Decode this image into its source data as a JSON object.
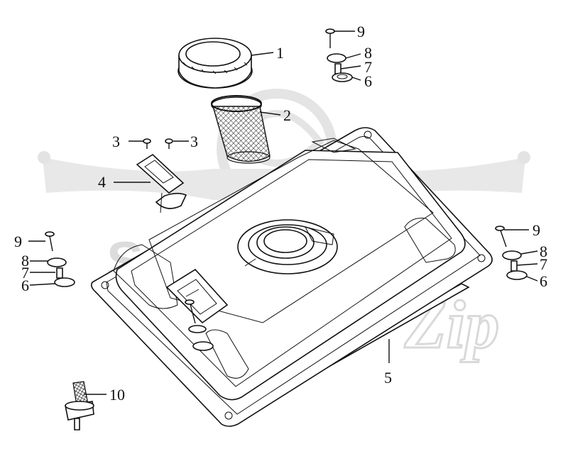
{
  "watermark": {
    "brand": "SCOOTER",
    "script": "Zip"
  },
  "callouts": [
    {
      "id": "c1",
      "text": "1"
    },
    {
      "id": "c2",
      "text": "2"
    },
    {
      "id": "c3a",
      "text": "3"
    },
    {
      "id": "c3b",
      "text": "3"
    },
    {
      "id": "c4",
      "text": "4"
    },
    {
      "id": "c5",
      "text": "5"
    },
    {
      "id": "c6r",
      "text": "6"
    },
    {
      "id": "c7r",
      "text": "7"
    },
    {
      "id": "c8r",
      "text": "8"
    },
    {
      "id": "c9r",
      "text": "9"
    },
    {
      "id": "c6l",
      "text": "6"
    },
    {
      "id": "c7l",
      "text": "7"
    },
    {
      "id": "c8l",
      "text": "8"
    },
    {
      "id": "c9l",
      "text": "9"
    },
    {
      "id": "c6m",
      "text": "6"
    },
    {
      "id": "c7m",
      "text": "7"
    },
    {
      "id": "c8m",
      "text": "8"
    },
    {
      "id": "c9m",
      "text": "9"
    },
    {
      "id": "c10",
      "text": "10"
    }
  ]
}
